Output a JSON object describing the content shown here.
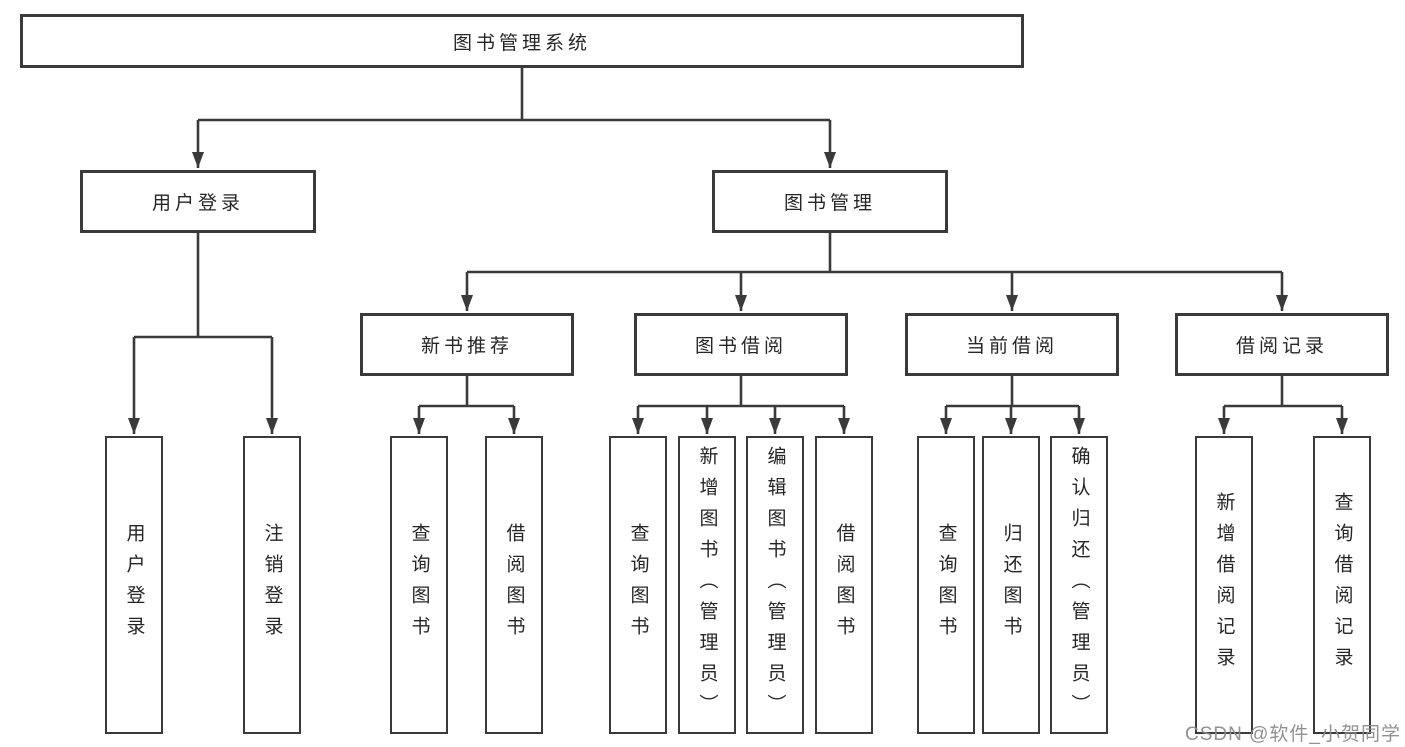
{
  "diagram": {
    "root": "图书管理系统",
    "level2": {
      "user_login": "用户登录",
      "book_management": "图书管理"
    },
    "level3": {
      "new_book_recommend": "新书推荐",
      "book_borrowing": "图书借阅",
      "current_borrowing": "当前借阅",
      "borrowing_records": "借阅记录"
    },
    "leaves": {
      "user_login": [
        "用户登录",
        "注销登录"
      ],
      "new_book_recommend": [
        "查询图书",
        "借阅图书"
      ],
      "book_borrowing": [
        "查询图书",
        "新增图书（管理员）",
        "编辑图书（管理员）",
        "借阅图书"
      ],
      "current_borrowing": [
        "查询图书",
        "归还图书",
        "确认归还（管理员）"
      ],
      "borrowing_records": [
        "新增借阅记录",
        "查询借阅记录"
      ]
    }
  },
  "watermark": "CSDN @软件_小贺同学",
  "colors": {
    "line": "#3a3a3a",
    "text": "#262626",
    "watermark": "#8c8c8c",
    "background": "#ffffff"
  }
}
